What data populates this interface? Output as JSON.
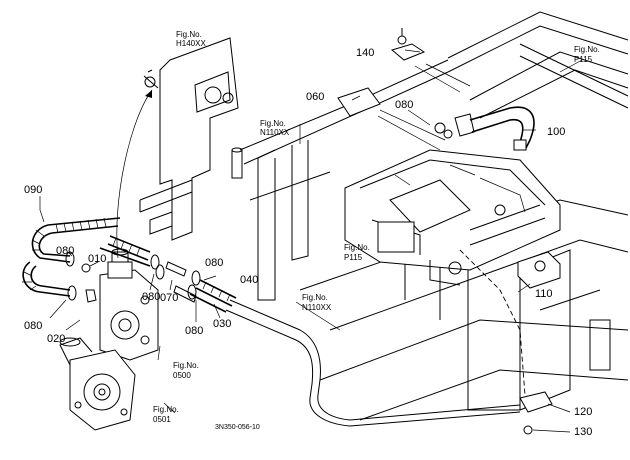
{
  "parts": [
    {
      "id": "p090",
      "label": "090"
    },
    {
      "id": "p080a",
      "label": "080"
    },
    {
      "id": "p010",
      "label": "010"
    },
    {
      "id": "p080b",
      "label": "080"
    },
    {
      "id": "p020",
      "label": "020"
    },
    {
      "id": "p080c",
      "label": "080"
    },
    {
      "id": "p070",
      "label": "070"
    },
    {
      "id": "p080d",
      "label": "080"
    },
    {
      "id": "p080e",
      "label": "080"
    },
    {
      "id": "p040",
      "label": "040"
    },
    {
      "id": "p030",
      "label": "030"
    },
    {
      "id": "p060",
      "label": "060"
    },
    {
      "id": "p080f",
      "label": "080"
    },
    {
      "id": "p140",
      "label": "140"
    },
    {
      "id": "p100",
      "label": "100"
    },
    {
      "id": "p110",
      "label": "110"
    },
    {
      "id": "p120",
      "label": "120"
    },
    {
      "id": "p130",
      "label": "130"
    }
  ],
  "figrefs": [
    {
      "id": "f1",
      "title": "Fig.No.",
      "num": "H140XX"
    },
    {
      "id": "f2",
      "title": "Fig.No.",
      "num": "N110XX"
    },
    {
      "id": "f3",
      "title": "Fig.No.",
      "num": "P115"
    },
    {
      "id": "f4",
      "title": "Fig.No.",
      "num": "P115"
    },
    {
      "id": "f5",
      "title": "Fig.No.",
      "num": "N110XX"
    },
    {
      "id": "f6",
      "title": "Fig.No.",
      "num": "0500"
    },
    {
      "id": "f7",
      "title": "Fig.No.",
      "num": "0501"
    }
  ],
  "drawing_code": "3N350-056-10"
}
